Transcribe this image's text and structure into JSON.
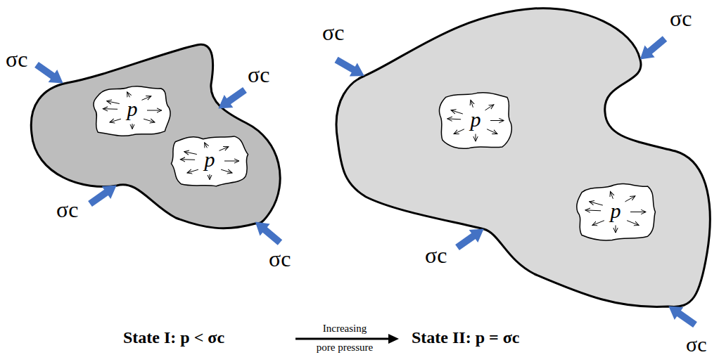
{
  "diagram": {
    "nodes": [
      {
        "text": [
          "p"
        ]
      },
      {
        "text": [
          "p"
        ]
      },
      {
        "text": [
          "p"
        ]
      },
      {
        "text": [
          "p"
        ]
      }
    ],
    "labels": [
      "σc",
      "σc",
      "σc",
      "σc",
      "σc",
      "σc",
      "σc",
      "σc",
      "State I: p < σc",
      "Increasing",
      "pore pressure",
      "State II: p = σc"
    ]
  }
}
